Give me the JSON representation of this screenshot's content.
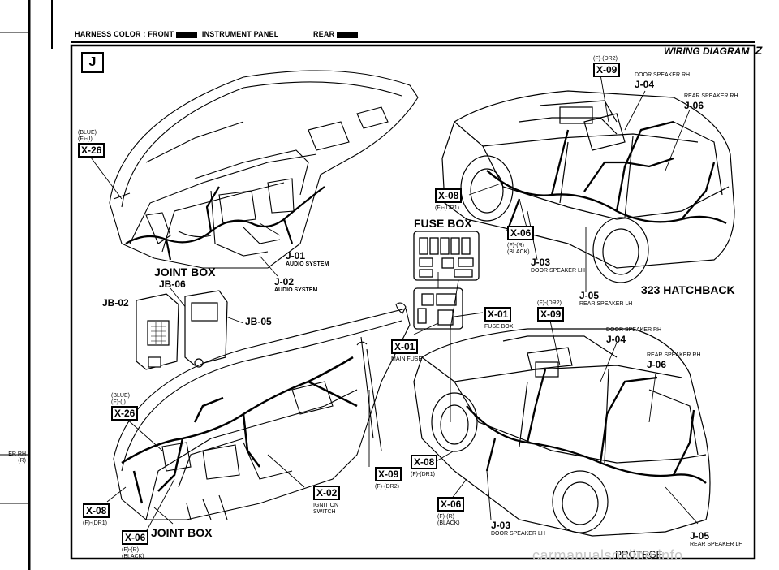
{
  "header": {
    "harness_color": "HARNESS COLOR : FRONT",
    "instrument_panel": "INSTRUMENT PANEL",
    "rear": "REAR",
    "title": "WIRING DIAGRAM",
    "section": "Z"
  },
  "page_tag": "J",
  "left_margin": {
    "text1": "ER RH",
    "text2": "(R)"
  },
  "callouts": {
    "top_left": {
      "code": "X-26",
      "lines": [
        "(BLUE)",
        "(F)-(I)"
      ]
    },
    "mid_left": {
      "code": "X-26",
      "lines": [
        "(BLUE)",
        "(F)-(I)"
      ]
    },
    "x08_left": {
      "code": "X-08",
      "sub": "(F)-(DR1)"
    },
    "x06_left": {
      "code": "X-06",
      "lines": [
        "(F)-(R)",
        "(BLACK)"
      ]
    },
    "x09_center": {
      "code": "X-09",
      "sub": "(F)-(DR2)"
    },
    "x02": {
      "code": "X-02",
      "lines": [
        "IGNITION",
        "SWITCH"
      ]
    },
    "x01_main": {
      "code": "X-01",
      "sub": "MAIN FUSE"
    },
    "x01_fuse": {
      "code": "X-01",
      "sub": "FUSE BOX"
    },
    "x09_mid": {
      "code": "X-09",
      "sub": "(F)-(DR2)"
    },
    "x08_top": {
      "code": "X-08",
      "sub": "(F)-(DR1)"
    },
    "x06_top": {
      "code": "X-06",
      "lines": [
        "(F)-(R)",
        "(BLACK)"
      ]
    },
    "x09_top": {
      "code": "X-09",
      "sub": "(F)-(DR2)"
    },
    "x08_bot": {
      "code": "X-08",
      "sub": "(F)-(DR1)"
    },
    "x06_bot": {
      "code": "X-06",
      "lines": [
        "(F)-(R)",
        "(BLACK)"
      ]
    }
  },
  "labels": {
    "joint_box": "JOINT BOX",
    "jb06": "JB-06",
    "jb02": "JB-02",
    "jb05": "JB-05",
    "j01": "J-01",
    "j01_sub": "AUDIO SYSTEM",
    "j02": "J-02",
    "j02_sub": "AUDIO SYSTEM",
    "fuse_box": "FUSE BOX",
    "joint_box_bottom": "JOINT BOX",
    "hatchback": "323 HATCHBACK",
    "j04_top_head": "DOOR SPEAKER RH",
    "j04_top": "J-04",
    "j06_top_head": "REAR SPEAKER RH",
    "j06_top": "J-06",
    "j03_top": "J-03",
    "j03_top_sub": "DOOR SPEAKER LH",
    "j05_top": "J-05",
    "j05_top_sub": "REAR SPEAKER LH",
    "j04_bot_head": "DOOR SPEAKER RH",
    "j04_bot": "J-04",
    "j06_bot_head": "REAR SPEAKER RH",
    "j06_bot": "J-06",
    "j03_bot": "J-03",
    "j03_bot_sub": "DOOR SPEAKER LH",
    "j05_bot": "J-05",
    "j05_bot_sub": "REAR SPEAKER LH",
    "protege": "PROTEGE"
  },
  "watermark": "carmanualsonline.info"
}
